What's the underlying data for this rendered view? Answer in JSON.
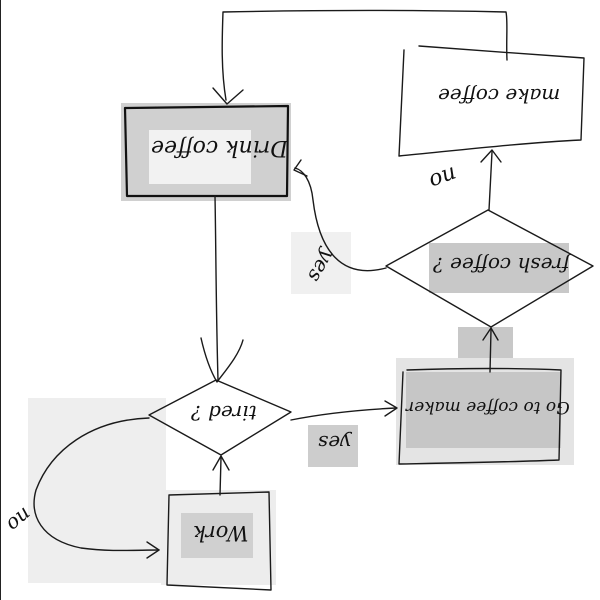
{
  "diagram": {
    "nodes": {
      "drink_coffee": "Drink coffee",
      "make_coffee": "make coffee",
      "fresh_coffee": "fresh coffee ?",
      "go_to_coffee_maker": "Go to coffee maker",
      "tired": "tired ?",
      "work": "Work"
    },
    "edge_labels": {
      "yes_fresh_to_drink": "yes",
      "no_fresh_to_make": "no",
      "yes_tired_to_maker": "yes",
      "no_tired_to_work": "no"
    }
  }
}
